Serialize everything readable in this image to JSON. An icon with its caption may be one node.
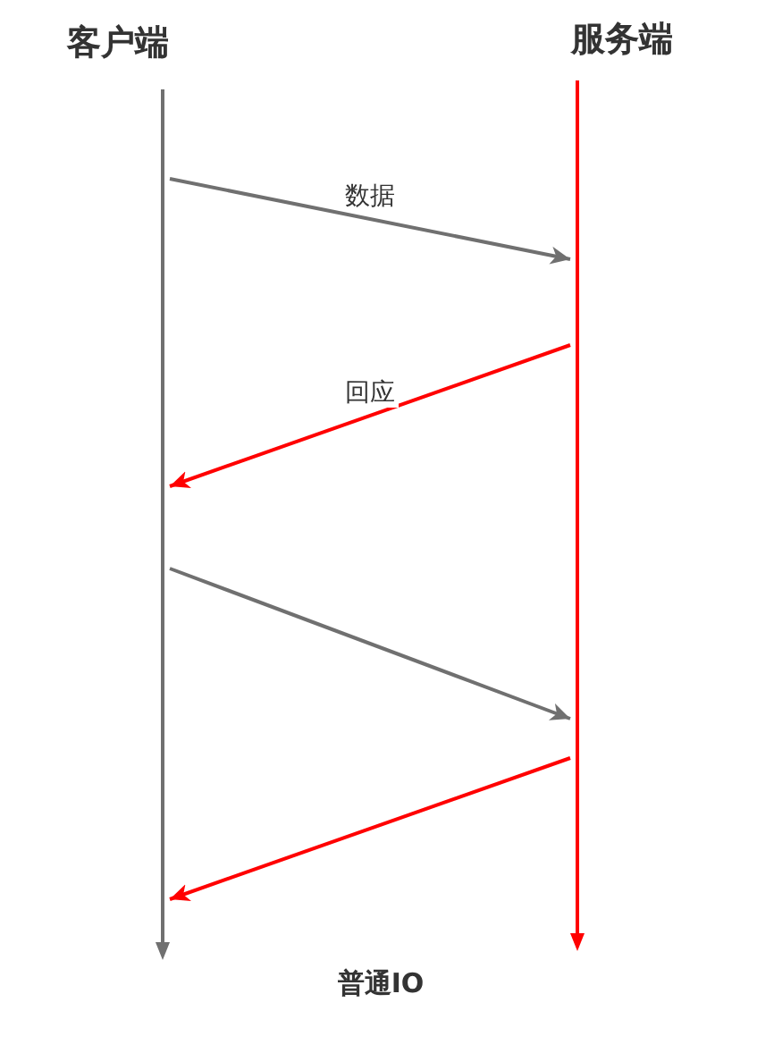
{
  "diagram": {
    "caption": "普通IO",
    "nodes": [
      {
        "text": [
          "客户端"
        ]
      },
      {
        "text": [
          "服务端"
        ]
      }
    ],
    "edges": [
      {
        "from": 0,
        "to": 1,
        "arrow": "to",
        "label": "数据"
      },
      {
        "from": 1,
        "to": 0,
        "arrow": "to",
        "label": "回应",
        "color": "#ff0000"
      },
      {
        "from": 0,
        "to": 1,
        "arrow": "to"
      },
      {
        "from": 1,
        "to": 0,
        "arrow": "to",
        "color": "#ff0000"
      }
    ]
  }
}
